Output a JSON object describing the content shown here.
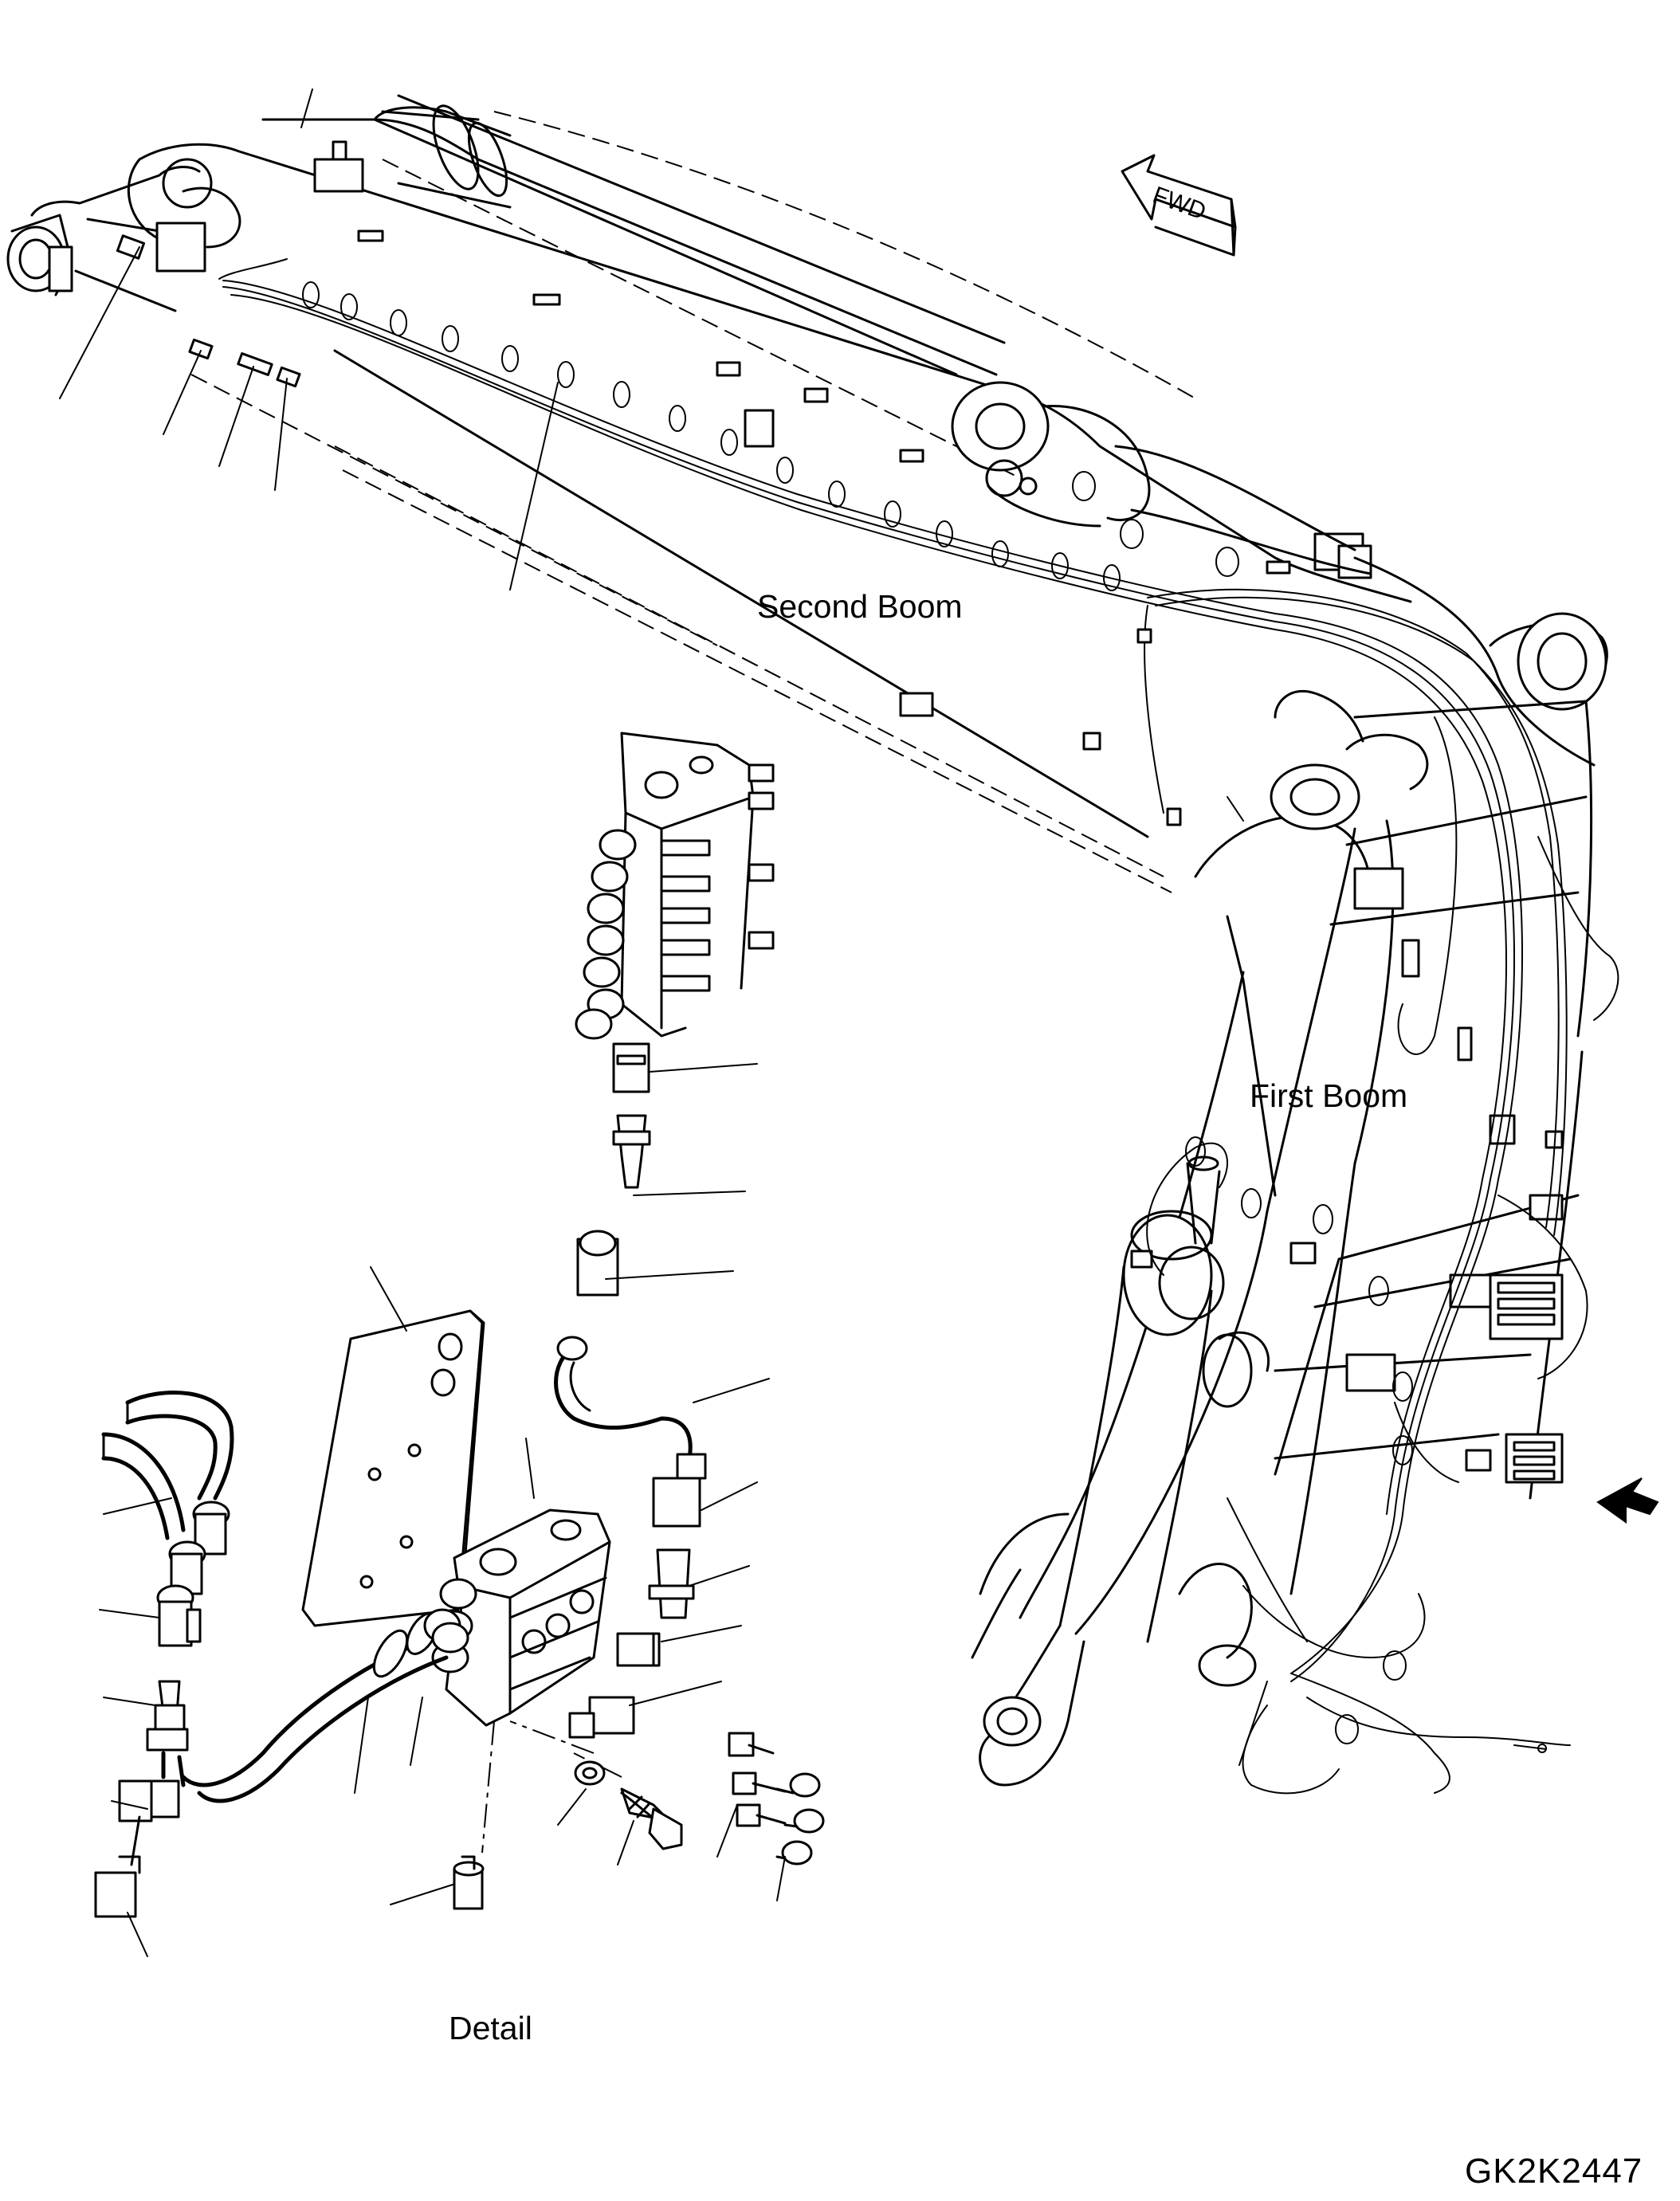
{
  "labels": {
    "second_boom": "Second Boom",
    "first_boom": "First Boom",
    "detail": "Detail",
    "drawing_code": "GK2K2447",
    "fwd": "FWD"
  }
}
